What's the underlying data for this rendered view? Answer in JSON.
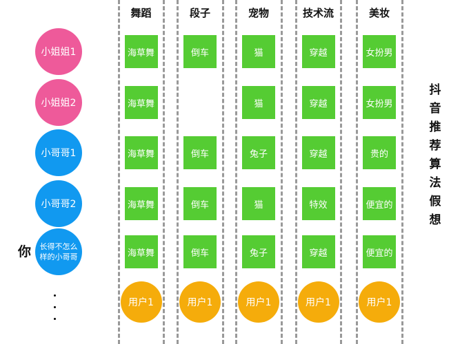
{
  "colors": {
    "female": "#ee5a9a",
    "male": "#1199f0",
    "tag": "#55cc33",
    "user": "#f5ac0b"
  },
  "columns": [
    {
      "title": "舞蹈",
      "cells": [
        "海草舞",
        "海草舞",
        "海草舞",
        "海草舞",
        "海草舞"
      ],
      "user": "用户1"
    },
    {
      "title": "段子",
      "cells": [
        "倒车",
        "",
        "倒车",
        "倒车",
        "倒车"
      ],
      "user": "用户1"
    },
    {
      "title": "宠物",
      "cells": [
        "猫",
        "猫",
        "兔子",
        "猫",
        "兔子"
      ],
      "user": "用户1"
    },
    {
      "title": "技术流",
      "cells": [
        "穿越",
        "穿越",
        "穿越",
        "特效",
        "穿越"
      ],
      "user": "用户1"
    },
    {
      "title": "美妆",
      "cells": [
        "女扮男",
        "女扮男",
        "贵的",
        "便宜的",
        "便宜的"
      ],
      "user": "用户1"
    }
  ],
  "people": [
    {
      "label": "小姐姐1",
      "type": "female"
    },
    {
      "label": "小姐姐2",
      "type": "female"
    },
    {
      "label": "小哥哥1",
      "type": "male"
    },
    {
      "label": "小哥哥2",
      "type": "male"
    },
    {
      "label": "长得不怎么样的小哥哥",
      "type": "male"
    }
  ],
  "you_label": "你",
  "title": "抖音推荐算法假想"
}
